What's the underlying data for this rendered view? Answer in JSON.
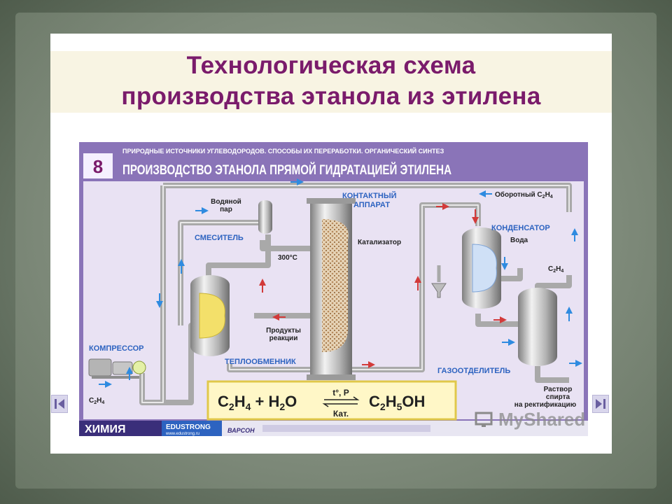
{
  "slide": {
    "title_line1": "Технологическая схема",
    "title_line2": "производства этанола из этилена"
  },
  "poster": {
    "number": "8",
    "header_top": "ПРИРОДНЫЕ ИСТОЧНИКИ УГЛЕВОДОРОДОВ. СПОСОБЫ ИХ ПЕРЕРАБОТКИ. ОРГАНИЧЕСКИЙ СИНТЕЗ",
    "header_main": "ПРОИЗВОДСТВО ЭТАНОЛА ПРЯМОЙ ГИДРАТАЦИЕЙ ЭТИЛЕНА",
    "labels": {
      "steam_1": "Водяной",
      "steam_2": "пар",
      "mixer": "СМЕСИТЕЛЬ",
      "temp": "300°C",
      "contact_1": "КОНТАКТНЫЙ",
      "contact_2": "АППАРАТ",
      "catalyst": "Катализатор",
      "recycle": "Оборотный С",
      "recycle_sub": "2",
      "recycle_h": "Н",
      "recycle_sub2": "4",
      "condenser": "КОНДЕНСАТОР",
      "water": "Вода",
      "c2h4_right": "С",
      "c2h4_right_sub": "2",
      "c2h4_right_h": "Н",
      "c2h4_right_sub2": "4",
      "products_1": "Продукты",
      "products_2": "реакции",
      "compressor": "КОМПРЕССОР",
      "heat_exchanger": "ТЕПЛООБМЕННИК",
      "gas_separator": "ГАЗООТДЕЛИТЕЛЬ",
      "c2h4_left": "С",
      "c2h4_left_sub": "2",
      "c2h4_left_h": "Н",
      "c2h4_left_sub2": "4",
      "out_1": "Раствор",
      "out_2": "спирта",
      "out_3": "на ректификацию"
    },
    "equation": {
      "left": "С",
      "left_s1": "2",
      "left_h": "Н",
      "left_s2": "4",
      "plus": "+ Н",
      "plus_s": "2",
      "plus_o": "О",
      "cond_top": "t°, P",
      "cond_bottom": "Кат.",
      "right": "С",
      "right_s1": "2",
      "right_h": "Н",
      "right_s2": "5",
      "right_oh": "ОН"
    },
    "footer": {
      "brand": "ХИМИЯ",
      "publisher": "EDUSTRONG",
      "url": "www.edustrong.ru",
      "partner": "ВАРСОН"
    }
  },
  "watermark": "MyShared",
  "colors": {
    "title": "#7a1b6b",
    "poster_bg": "#e9e2f3",
    "poster_border": "#8a74b8",
    "header": "#6b5aa8",
    "label_blue": "#2d63c0",
    "pipe": "#b8b8b8",
    "arrow_red": "#d23a3a",
    "arrow_blue": "#2f8be0"
  }
}
